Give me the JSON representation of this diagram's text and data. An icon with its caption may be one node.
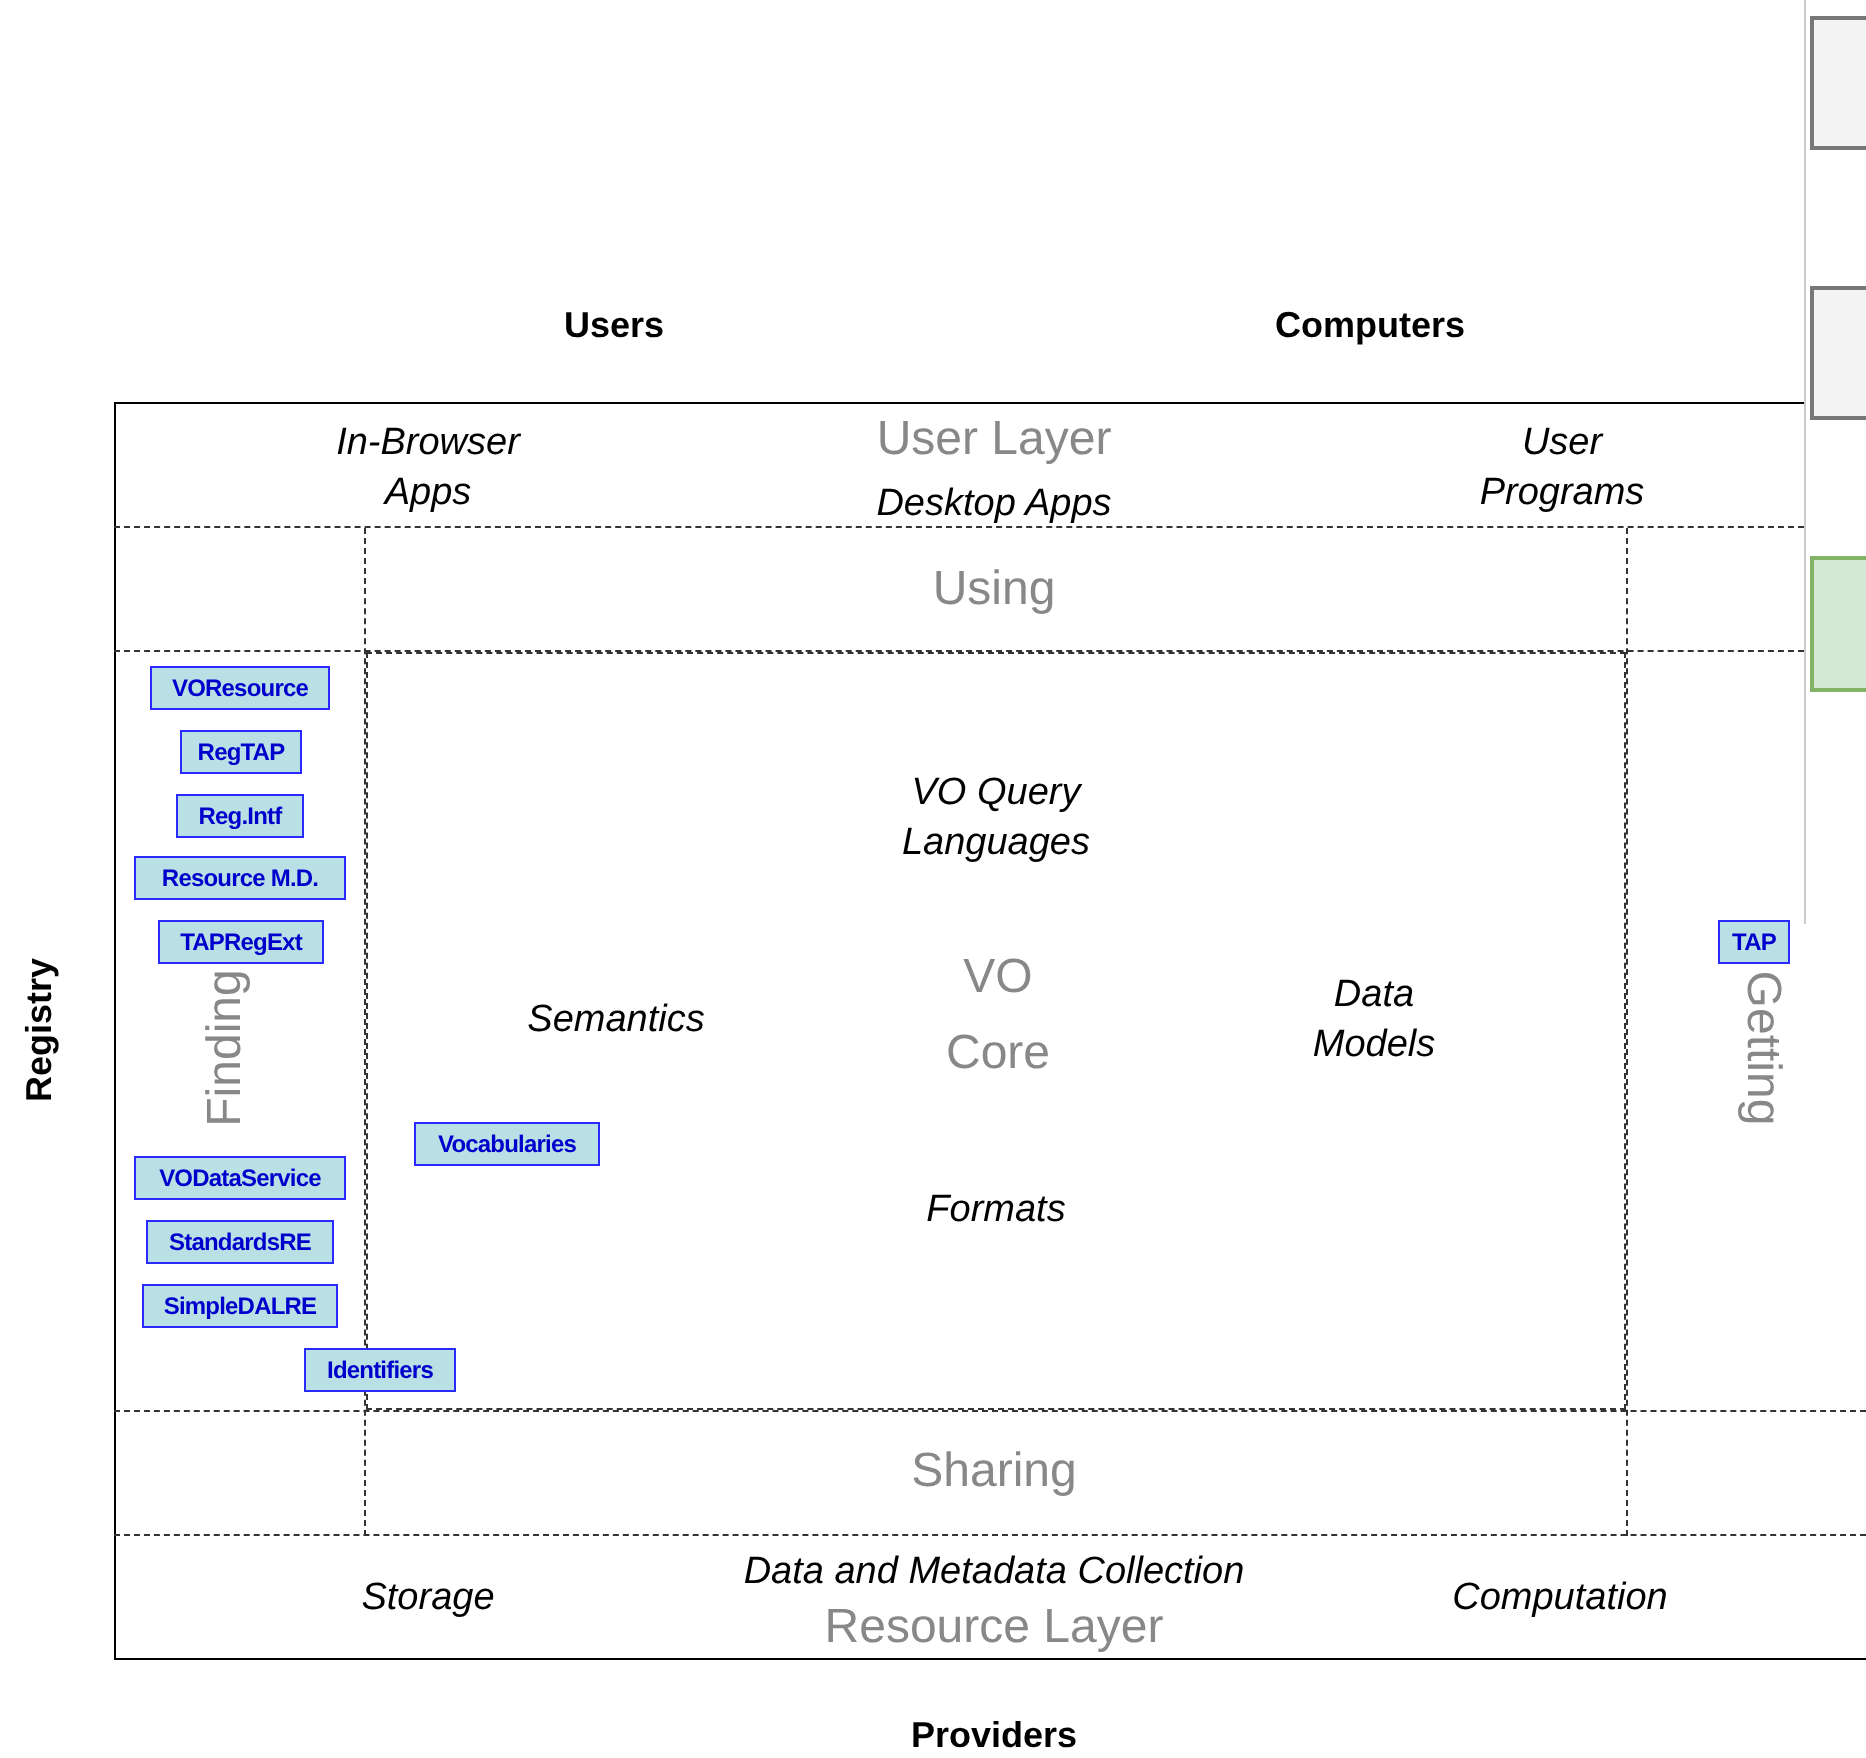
{
  "diagram": {
    "nodes": [
      {
        "text": [
          "In-Browser Apps",
          "User Layer",
          "Desktop Apps",
          "User Programs"
        ]
      },
      {
        "text": [
          "Using"
        ]
      },
      {
        "text": [
          "Finding"
        ]
      },
      {
        "text": [
          "VO Query Languages",
          "Semantics",
          "VO Core",
          "Data Models",
          "Formats"
        ]
      },
      {
        "text": [
          "Getting"
        ]
      },
      {
        "text": [
          "VOResource"
        ],
        "in": 2
      },
      {
        "text": [
          "RegTAP"
        ],
        "in": 2
      },
      {
        "text": [
          "Reg.Intf"
        ],
        "in": 2
      },
      {
        "text": [
          "Resource M.D."
        ],
        "in": 2
      },
      {
        "text": [
          "TAPRegExt"
        ],
        "in": 2
      },
      {
        "text": [
          "Vocabularies"
        ],
        "in": 3
      },
      {
        "text": [
          "VODataService"
        ],
        "in": 2
      },
      {
        "text": [
          "StandardsRE"
        ],
        "in": 2
      },
      {
        "text": [
          "SimpleDALRE"
        ],
        "in": 2
      },
      {
        "text": [
          "Identifiers"
        ]
      },
      {
        "text": [
          "TAP"
        ],
        "in": 4
      },
      {
        "text": [
          "Sharing"
        ]
      },
      {
        "text": [
          "Storage",
          "Data and Metadata Collection",
          "Resource Layer",
          "Computation"
        ]
      }
    ],
    "labels": [
      "Users",
      "Computers",
      "Registry",
      "Providers"
    ]
  }
}
